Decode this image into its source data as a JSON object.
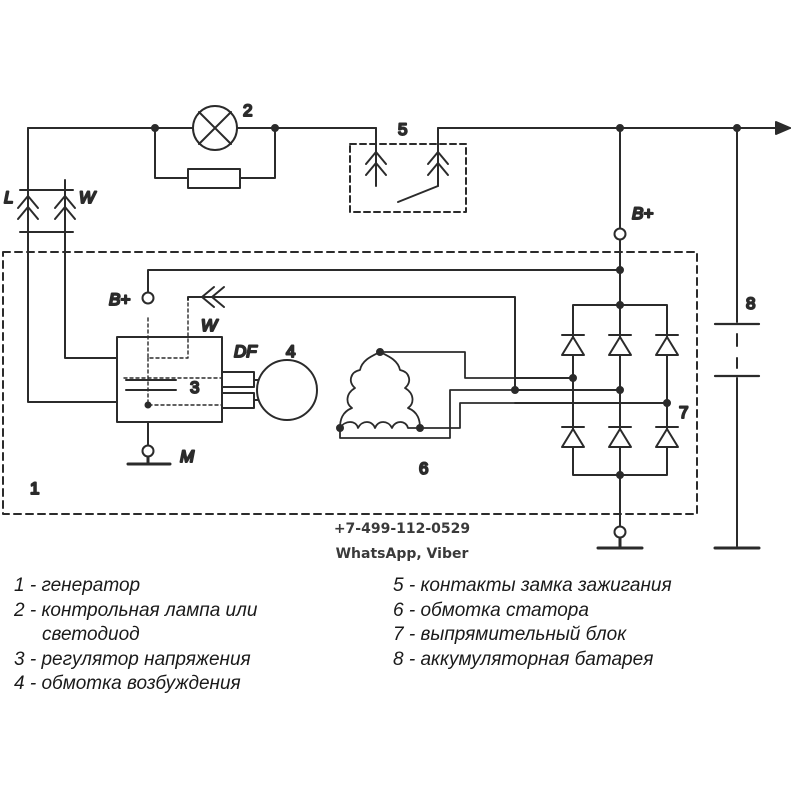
{
  "labels": {
    "generator_num": "1",
    "lamp_num": "2",
    "regulator_num": "3",
    "field_num": "4",
    "switch_num": "5",
    "stator_num": "6",
    "rectifier_num": "7",
    "battery_num": "8",
    "term_L": "L",
    "term_W_top": "W",
    "term_Bplus_reg": "B+",
    "term_W_reg": "W",
    "term_DF": "DF",
    "term_M": "M",
    "term_Bplus_out": "B+"
  },
  "contact": {
    "phone": "+7-499-112-0529",
    "messengers": "WhatsApp, Viber"
  },
  "legend": {
    "left": [
      "1 - генератор",
      "2 - контрольная лампа или",
      "светодиод",
      "3 - регулятор напряжения",
      "4 - обмотка возбуждения"
    ],
    "right": [
      "5 - контакты замка зажигания",
      "6 - обмотка статора",
      "7 - выпрямительный блок",
      "8 - аккумуляторная батарея"
    ]
  },
  "colors": {
    "line": "#2b2b2b",
    "background": "#ffffff"
  }
}
